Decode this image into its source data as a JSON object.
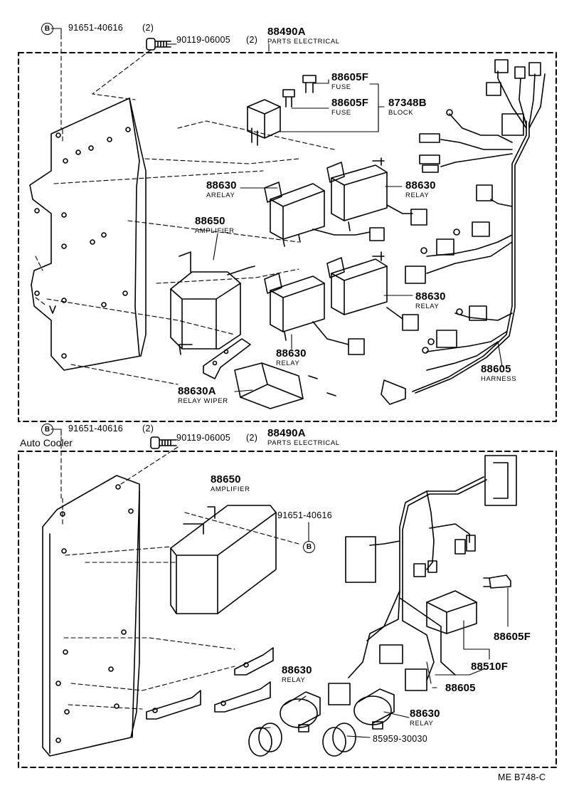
{
  "top_section": {
    "ref_b": {
      "circle": "B",
      "part": "91651-40616",
      "qty": "(2)"
    },
    "bolt": {
      "part": "90119-06005",
      "qty": "(2)"
    },
    "assembly": {
      "part": "88490A",
      "name": "PARTS ELECTRICAL"
    },
    "fuse_1": {
      "part": "88605F",
      "name": "FUSE"
    },
    "fuse_2": {
      "part": "88605F",
      "name": "FUSE"
    },
    "block": {
      "part": "87348B",
      "name": "BLOCK"
    },
    "relay_a": {
      "part": "88630",
      "name": "ARELAY"
    },
    "relay_1": {
      "part": "88630",
      "name": "RELAY"
    },
    "amplifier": {
      "part": "88650",
      "name": "AMPLIFIER"
    },
    "relay_2": {
      "part": "88630",
      "name": "RELAY"
    },
    "relay_3": {
      "part": "88630",
      "name": "RELAY"
    },
    "harness": {
      "part": "88605",
      "name": "HARNESS"
    },
    "relay_wiper": {
      "part": "88630A",
      "name": "RELAY WIPER"
    }
  },
  "bottom_section": {
    "ref_b": {
      "circle": "B",
      "part": "91651-40616",
      "qty": "(2)"
    },
    "section_title": "Auto Cooler",
    "bolt": {
      "part": "90119-06005",
      "qty": "(2)"
    },
    "assembly": {
      "part": "88490A",
      "name": "PARTS ELECTRICAL"
    },
    "amplifier": {
      "part": "88650",
      "name": "AMPLIFIER"
    },
    "bolt_ref": {
      "part": "91651-40616",
      "circle": "B"
    },
    "fuse": {
      "part": "88605F"
    },
    "block": {
      "part": "88510F"
    },
    "harness": {
      "part": "88605"
    },
    "relay_1": {
      "part": "88630",
      "name": "RELAY"
    },
    "relay_2": {
      "part": "88630",
      "name": "RELAY"
    },
    "grommet": {
      "part": "85959-30030"
    }
  },
  "diagram_id": "ME B748-C"
}
